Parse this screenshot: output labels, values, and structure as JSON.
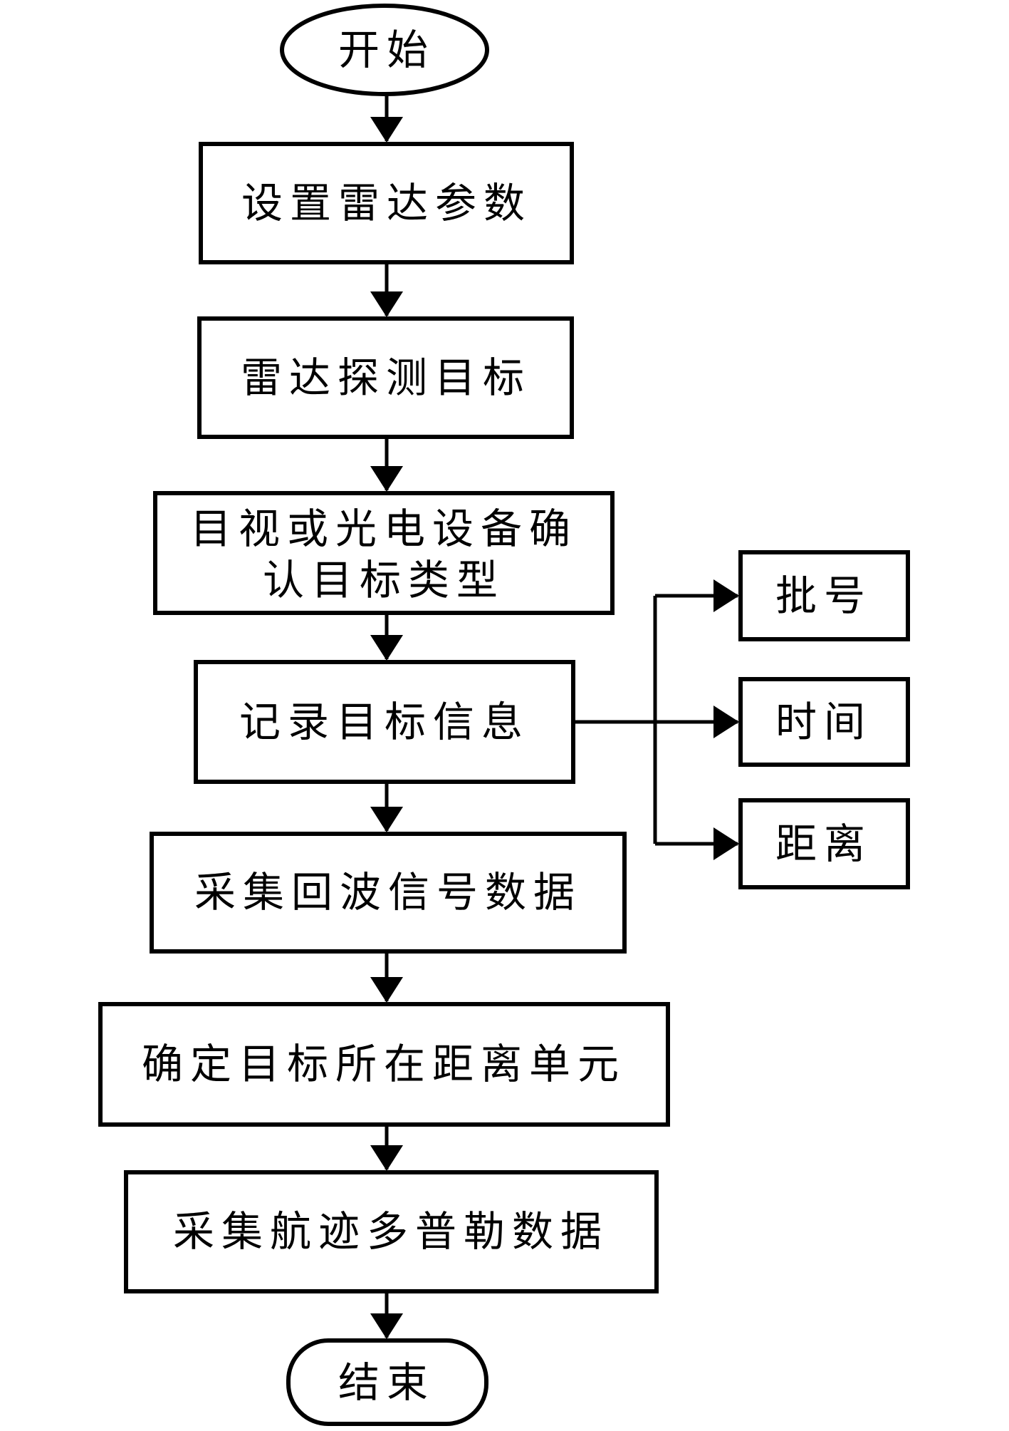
{
  "diagram": {
    "title": "radar-data-collection-flowchart",
    "background_color": "#ffffff",
    "line_color": "#000000",
    "nodes": {
      "start": {
        "type": "terminator-ellipse",
        "label": "开始"
      },
      "step1": {
        "type": "process",
        "label": "设置雷达参数"
      },
      "step2": {
        "type": "process",
        "label": "雷达探测目标"
      },
      "step3": {
        "type": "process",
        "label": "目视或光电设备确认目标类型",
        "label_line1": "目视或光电设备确",
        "label_line2": "认目标类型"
      },
      "step4": {
        "type": "process",
        "label": "记录目标信息"
      },
      "step5": {
        "type": "process",
        "label": "采集回波信号数据"
      },
      "step6": {
        "type": "process",
        "label": "确定目标所在距离单元"
      },
      "step7": {
        "type": "process",
        "label": "采集航迹多普勒数据"
      },
      "end": {
        "type": "terminator-stadium",
        "label": "结束"
      },
      "branch_batch": {
        "type": "data",
        "label": "批号"
      },
      "branch_time": {
        "type": "data",
        "label": "时间"
      },
      "branch_distance": {
        "type": "data",
        "label": "距离"
      }
    },
    "edges": [
      {
        "from": "start",
        "to": "step1"
      },
      {
        "from": "step1",
        "to": "step2"
      },
      {
        "from": "step2",
        "to": "step3"
      },
      {
        "from": "step3",
        "to": "step4"
      },
      {
        "from": "step4",
        "to": "step5"
      },
      {
        "from": "step5",
        "to": "step6"
      },
      {
        "from": "step6",
        "to": "step7"
      },
      {
        "from": "step7",
        "to": "end"
      },
      {
        "from": "step4",
        "to": "branch_batch"
      },
      {
        "from": "step4",
        "to": "branch_time"
      },
      {
        "from": "step4",
        "to": "branch_distance"
      }
    ]
  }
}
